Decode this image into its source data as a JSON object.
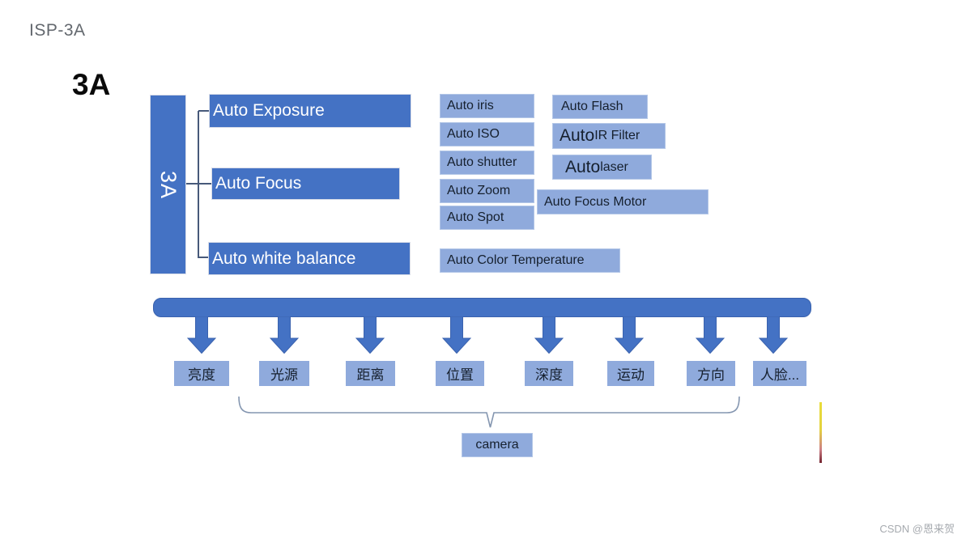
{
  "page": {
    "title": "ISP-3A",
    "heading": "3A",
    "watermark": "CSDN @恩来贺"
  },
  "diagram": {
    "root": "3A",
    "level1": [
      {
        "label": "Auto Exposure"
      },
      {
        "label": "Auto Focus"
      },
      {
        "label": "Auto white balance"
      }
    ],
    "leaf_groups": {
      "left_column": [
        "Auto iris",
        "Auto ISO",
        "Auto shutter",
        "Auto Zoom",
        "Auto Spot"
      ],
      "right_column": [
        {
          "label": "Auto Flash",
          "emphasize_auto": false
        },
        {
          "label": "Auto IR Filter",
          "emphasize_auto": true
        },
        {
          "label": "Auto laser",
          "emphasize_auto": true
        },
        {
          "label": "Auto Focus Motor",
          "emphasize_auto": false
        }
      ],
      "awb_row": [
        "Auto Color Temperature"
      ]
    }
  },
  "inputs": {
    "labels": [
      "亮度",
      "光源",
      "距离",
      "位置",
      "深度",
      "运动",
      "方向",
      "人脸..."
    ],
    "brace_label": "camera"
  },
  "colors": {
    "accent": "#4472C4",
    "leaf": "#8FAADC",
    "connector": "#47597A",
    "brace": "#8496B0"
  }
}
